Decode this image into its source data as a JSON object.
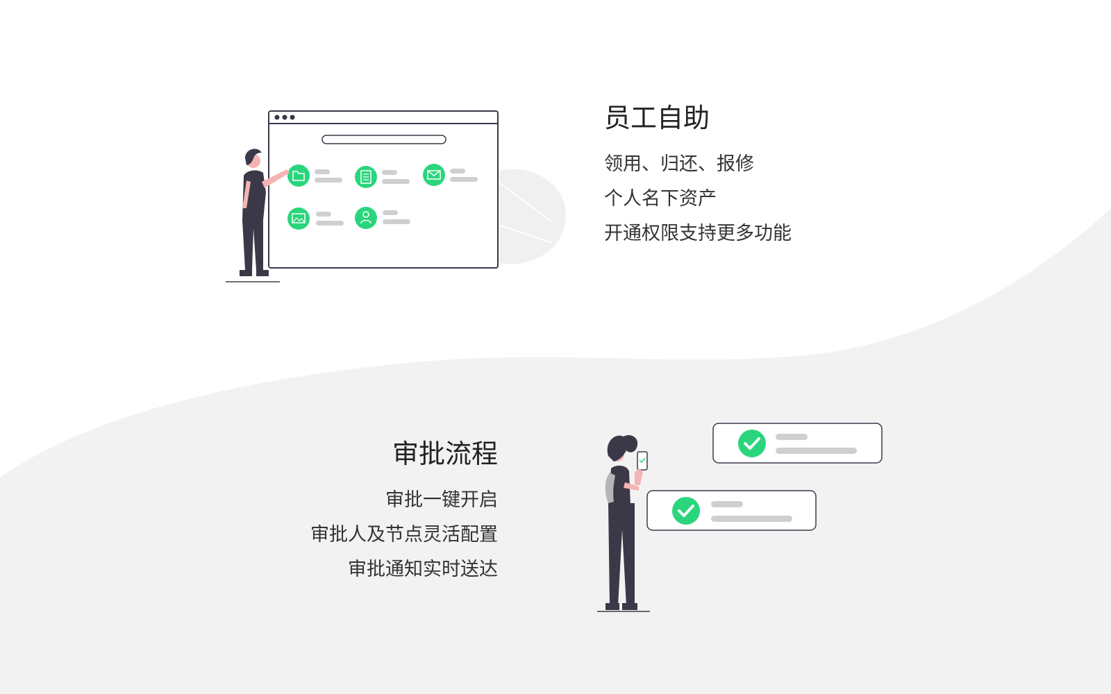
{
  "sections": [
    {
      "title": "员工自助",
      "features": [
        "领用、归还、报修",
        "个人名下资产",
        "开通权限支持更多功能"
      ]
    },
    {
      "title": "审批流程",
      "features": [
        "审批一键开启",
        "审批人及节点灵活配置",
        "审批通知实时送达"
      ]
    }
  ],
  "colors": {
    "accent": "#2bd57c",
    "dark": "#3b3848",
    "wave": "#f2f2f2",
    "placeholder": "#cfcfcf",
    "skin": "#f5b3b3"
  },
  "icons": {
    "section1": [
      "folder-icon",
      "document-icon",
      "mail-icon",
      "image-icon",
      "user-icon"
    ],
    "section2": [
      "checkmark-icon",
      "checkmark-icon"
    ]
  }
}
